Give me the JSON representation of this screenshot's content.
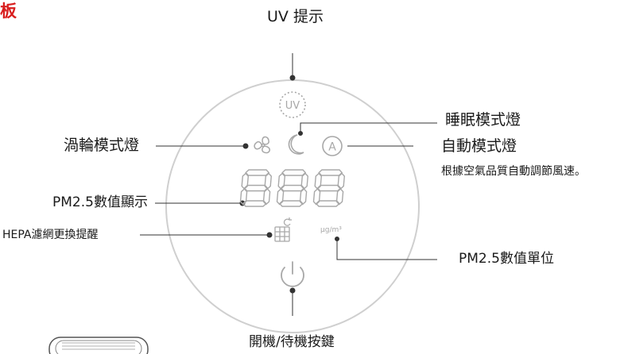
{
  "heading": "面板",
  "labels": {
    "uv_indicator": "UV 提示",
    "sleep_mode": "睡眠模式燈",
    "turbo_mode": "渦輪模式燈",
    "auto_mode": "自動模式燈",
    "auto_mode_desc": "根據空氣品質自動調節風速。",
    "pm_display": "PM2.5數值顯示",
    "hepa_reminder": "HEPA濾網更換提醒",
    "pm_unit_label": "PM2.5數值單位",
    "power_button": "開機/待機按鍵"
  },
  "panel": {
    "uv_text": "UV",
    "auto_text": "A",
    "digits": "888",
    "unit_text": "μg/m³"
  },
  "colors": {
    "heading": "#d81e1e",
    "icons": "#a8a8a8",
    "circle": "#cfcfcf",
    "leader": "#333333"
  }
}
